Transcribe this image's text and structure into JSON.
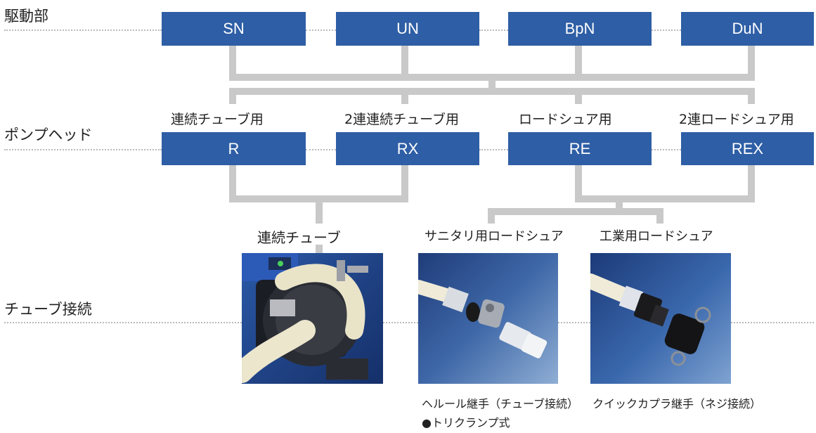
{
  "rows": {
    "drive": "駆動部",
    "pumphead": "ポンプヘッド",
    "tube": "チューブ接続"
  },
  "drives": [
    "SN",
    "UN",
    "BpN",
    "DuN"
  ],
  "heads": [
    {
      "caption": "連続チューブ用",
      "code": "R"
    },
    {
      "caption": "2連連続チューブ用",
      "code": "RX"
    },
    {
      "caption": "ロードシュア用",
      "code": "RE"
    },
    {
      "caption": "2連ロードシュア用",
      "code": "REX"
    }
  ],
  "connections": [
    {
      "caption": "連続チューブ",
      "image": "continuous-tube-pump-photo"
    },
    {
      "caption": "サニタリ用ロードシュア",
      "image": "sanitary-fitting-photo",
      "note1": "ヘルール継手（チューブ接続）",
      "note2": "●トリクランプ式"
    },
    {
      "caption": "工業用ロードシュア",
      "image": "industrial-coupler-photo",
      "note1": "クイックカプラ継手（ネジ接続）"
    }
  ],
  "colors": {
    "box": "#2e5ea5",
    "connector": "#c9c9c9",
    "dotted": "#b9b9b9"
  }
}
